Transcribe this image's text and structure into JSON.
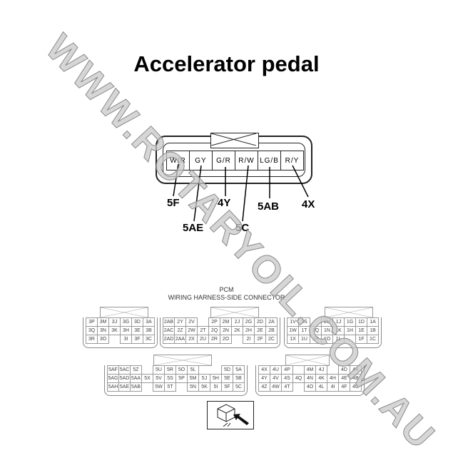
{
  "title": "Accelerator pedal",
  "pedal_pins": [
    "W/R",
    "GY",
    "G/R",
    "R/W",
    "LG/B",
    "R/Y"
  ],
  "callouts": {
    "c5F": "5F",
    "c5AE": "5AE",
    "c4Y": "4Y",
    "c5C": "5C",
    "c5AB": "5AB",
    "c4X": "4X"
  },
  "pcm": {
    "line1": "PCM",
    "line2": "WIRING HARNESS-SIDE CONNECTOR"
  },
  "connectors": [
    {
      "rows": [
        [
          "3P",
          "3M",
          "3J",
          "3G",
          "3D",
          "3A"
        ],
        [
          "3Q",
          "3N",
          "3K",
          "3H",
          "3E",
          "3B"
        ],
        [
          "3R",
          "3O",
          "",
          "3I",
          "3F",
          "3C"
        ]
      ]
    },
    {
      "rows": [
        [
          "2AB",
          "2Y",
          "2V",
          "",
          "2P",
          "2M",
          "2J",
          "2G",
          "2D",
          "2A"
        ],
        [
          "2AC",
          "2Z",
          "2W",
          "2T",
          "2Q",
          "2N",
          "2K",
          "2H",
          "2E",
          "2B"
        ],
        [
          "2AD",
          "2AA",
          "2X",
          "2U",
          "2R",
          "2O",
          "",
          "2I",
          "2F",
          "2C"
        ]
      ]
    },
    {
      "rows": [
        [
          "1V",
          "1S",
          "",
          "1M",
          "1J",
          "1G",
          "1D",
          "1A"
        ],
        [
          "1W",
          "1T",
          "1Q",
          "1N",
          "1K",
          "1H",
          "1E",
          "1B"
        ],
        [
          "1X",
          "1U",
          "1R",
          "1O",
          "1L",
          "",
          "1F",
          "1C"
        ]
      ]
    },
    {
      "rows": [
        [
          "5AF",
          "5AC",
          "5Z",
          "",
          "5U",
          "5R",
          "5O",
          "5L",
          "",
          "",
          "5D",
          "5A"
        ],
        [
          "5AG",
          "5AD",
          "5AA",
          "5X",
          "5V",
          "5S",
          "5P",
          "5M",
          "5J",
          "5H",
          "5E",
          "5B"
        ],
        [
          "5AH",
          "5AE",
          "5AB",
          "",
          "5W",
          "5T",
          "",
          "5N",
          "5K",
          "5I",
          "5F",
          "5C"
        ]
      ]
    },
    {
      "rows": [
        [
          "4X",
          "4U",
          "4P",
          "",
          "4M",
          "4J",
          "",
          "4D",
          "4A"
        ],
        [
          "4Y",
          "4V",
          "4S",
          "4Q",
          "4N",
          "4K",
          "4H",
          "4E",
          "4B"
        ],
        [
          "4Z",
          "4W",
          "4T",
          "",
          "4O",
          "4L",
          "4I",
          "4F",
          "4C"
        ]
      ]
    }
  ],
  "watermark": "WWW.ROTARYOIL.COM.AU"
}
